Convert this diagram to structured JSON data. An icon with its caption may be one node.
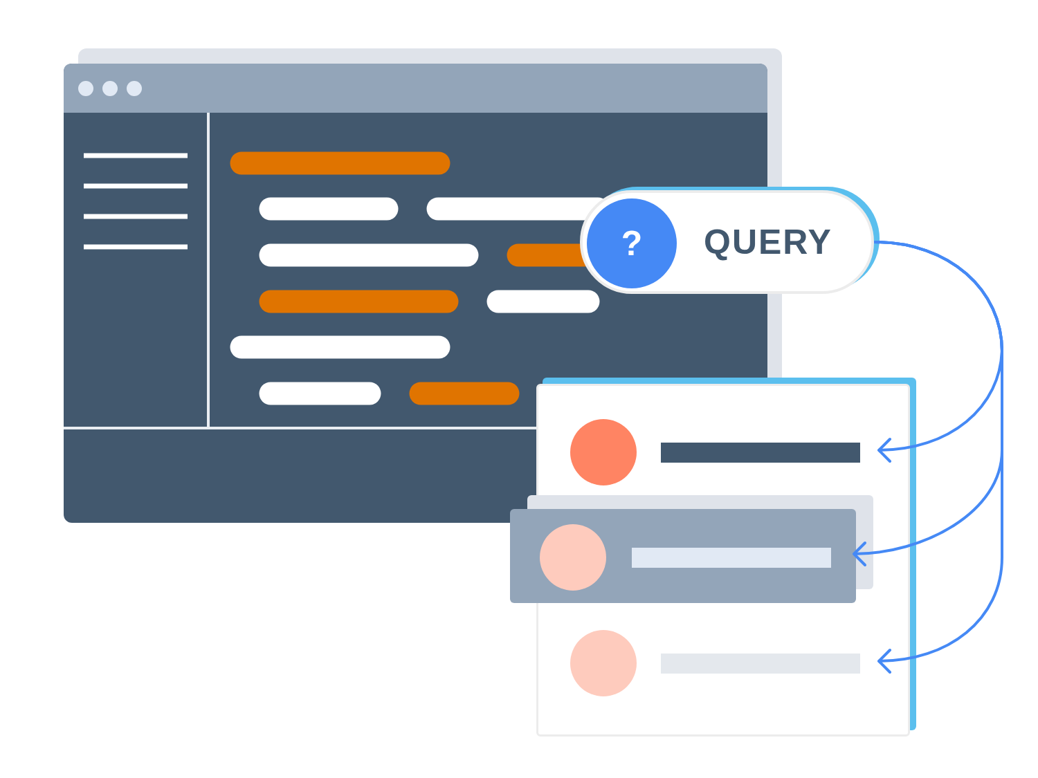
{
  "diagram": {
    "nodes": [
      {
        "text": [
          "QUERY"
        ]
      },
      {
        "text": [
          "?"
        ],
        "in": 0
      },
      {
        "text": [],
        "shape": "box"
      },
      {
        "text": [],
        "shape": "box",
        "in": 2
      },
      {
        "text": [],
        "shape": "box",
        "in": 2
      },
      {
        "text": [],
        "shape": "box",
        "in": 2
      }
    ],
    "edges": [
      {
        "from": 0,
        "to": 3,
        "arrow": "to"
      },
      {
        "from": 0,
        "to": 4,
        "arrow": "to"
      },
      {
        "from": 0,
        "to": 5,
        "arrow": "to"
      }
    ]
  }
}
